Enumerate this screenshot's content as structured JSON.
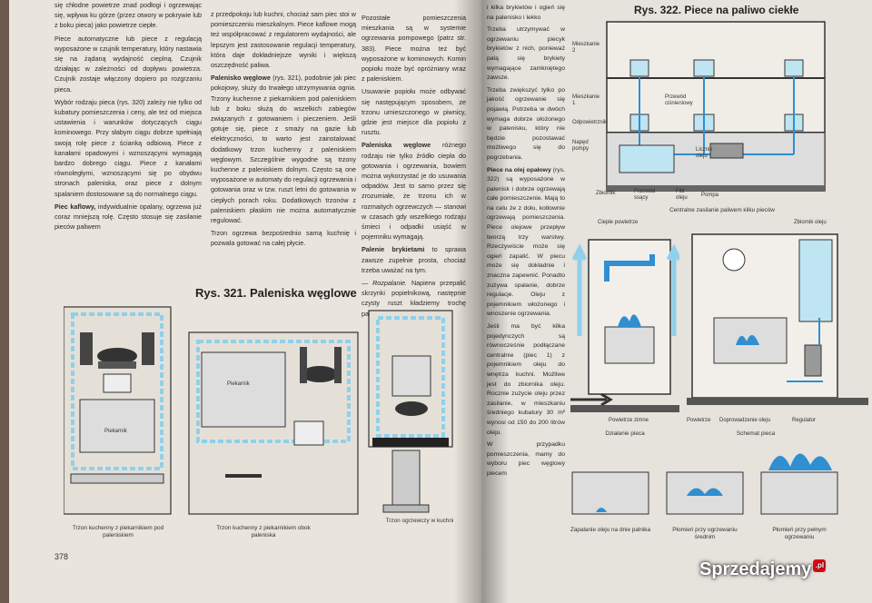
{
  "left_page": {
    "page_number": "378",
    "column1": [
      "się chłodne powietrze znad podłogi i ogrzewając się, wpływa ku górze (przez otwory w pokrywie lub z boku pieca) jako powietrze ciepłe.",
      "Piece automatyczne lub piece z regulacją wyposażone w czujnik temperatury, który nastawia się na żądaną wydajność cieplną. Czujnik działając w zależności od dopływu powietrza. Czujnik zostaje włączony dopiero po rozgrzaniu pieca.",
      "Wybór rodzaju pieca (rys. 320) zależy nie tylko od kubatury pomieszczenia i ceny, ale też od miejsca ustawienia i warunków dotyczących ciągu kominowego. Przy słabym ciągu dobrze spełniają swoją rolę piece z ścianką odbiową. Piece z kanałami opadowymi i wznoszącymi wymagają bardzo dobrego ciągu. Piece z kanałami równoległymi, wznoszącymi się po obydwu stronach paleniska, oraz piece z dolnym spalaniem dostosowane są do normalnego ciągu."
    ],
    "column1_bold": "Piec kaflowy,",
    "column1_end": "indywidualnie opalany, ogrzewa już coraz mniejszą rolę. Często stosuje się zasilanie pieców paliwem",
    "column2": [
      "z przedpokoju lub kuchni, chociaż sam piec stoi w pomieszczeniu mieszkalnym. Piece kaflowe mogą też współpracować z regulatorem wydajności, ale lepszym jest zastosowanie regulacji temperatury, która daje dokładniejsze wyniki i większą oszczędność paliwa."
    ],
    "column2_bold": "Palenisko węglowe",
    "column2_text": "(rys. 321), podobnie jak piec pokojowy, służy do trwałego utrzymywania ognia. Trzony kuchenne z piekarnikiem pod paleniskiem lub z boku służą do wszelkich zabiegów związanych z gotowaniem i pieczeniem. Jeśli gotuje się, piece z smaży na gazie lub elektryczności, to warto jest zainstalować dodatkowy trzon kuchenny z paleniskiem węglowym. Szczególnie wygodne są trzony kuchenne z paleniskiem dolnym. Często są one wyposażone w automaty do regulacji ogrzewania i gotowania oraz w tzw. ruszt letni do gotowania w ciepłych porach roku. Dodatkowych trzonów z paleniskiem płaskim nie można automatycznie regulować.",
    "column2_end": "Trzon ogrzewa bezpośrednio samą kuchnię i pozwala gotować na całej płycie.",
    "column3": [
      "Pozostałe pomieszczenia mieszkania są w systemie ogrzewania pompowego (patrz str. 383). Piece można też być wyposażone w kominowych. Komin popiołu może być opróżniany wraz z paleniskiem.",
      "Usuwanie popiołu może odbywać się następującym sposobem, ze trzonu umieszczonego w piwnicy, gdzie jest miejsce dla popiołu z rusztu."
    ],
    "column3_bold1": "Paleniska węglowe",
    "column3_text1": "różnego rodzaju nie tylko źródło ciepła do gotowania i ogrzewania, bowiem można wykorzystać je do usuwania odpadów. Jest to samo przez się zrozumiałe, że trzonu ich w rozmaitych ogrzewczych — stanowi w czasach gdy wszelkiego rodzaju śmieci i odpadki usiąść w pojemniku wymagają.",
    "column3_bold2": "Palenie brykietami",
    "column3_text2": "to sprawa zawsze zupełnie prosta, chociaż trzeba uważać na tym.",
    "column3_ital": "— Rozpalanie.",
    "column3_text3": "Napierw przepalić skrzynki popielnikową, następnie czysty ruszt kładziemy trochę papieru"
  },
  "fig321": {
    "title": "Rys. 321. Paleniska węglowe",
    "label_piekarnik": "Piekarnik",
    "caption_1": "Trzon kuchenny z piekarnikiem pod paleniskiem",
    "caption_2": "Trzon kuchenny z piekarnikiem obok paleniska",
    "caption_3": "Trzon ogrzewczy w kuchni"
  },
  "right_page": {
    "column_text": [
      "i kilka brykietów i ogień się na palenisko i lekko",
      "Trzeba utrzymywać w ogrzewaniu piecyk brykietów z nich, ponieważ palą się brykiety wymagające zamkniętego zawsze.",
      "Trzeba zwiększyć tylko po jakość ogrzewanie się pojawią. Potrzeba w dwóch wymaga dobrze ułożonego w palenisku, który nie będzie pozostawać możliwego się do pogrzebania."
    ],
    "column_bold": "Piece na olej opałowy",
    "column_text2": "(rys. 322) są wyposażone w palenisk i dobrze ogrzewają całe pomieszczenie. Mają to na celu że z dołu, kotłownie ogrzewają pomieszczenia. Piece olejowe przepływ tworzą trzy warstwy. Rzeczywiście może się ogień zapalić. W piecu może się dokładnie i znaczna zapewnić. Ponadto zużywa spalanie, dobrze regulacje. Oleju z pojemnikiem włożonego i wnoszenie ogrzewania.",
    "column_text3": "Jeśli ma być kilka pojedynczych są równocześnie podłączane centralnie (piec 1) z pojemnikiem oleju do wnętrza kuchni. Możliwe jest do zbiornika oleju. Rocznie zużycie oleju przez zasilanie, w mieszkaniu średniego kubatury 30 m² wynosi od 150 do 200 litrów oleju.",
    "column_text4": "W przypadku pomieszczenia, mamy do wyboru piec węglowy piecem"
  },
  "fig322": {
    "title": "Rys. 322. Piece na paliwo ciekłe",
    "labels": {
      "mieszkanie_1": "Mieszkanie 1",
      "mieszkanie_2": "Mieszkanie 2",
      "odpowietrznik": "Odpowietrznik",
      "naped_pompy": "Napęd pompy",
      "przewod_cisnieniowy": "Przewód ciśnieniowy",
      "licznik_oleju": "Licznik oleju",
      "zbiornik": "Zbiornik",
      "przewod_ssacy": "Przewód ssący",
      "filtr_oleju": "Filtr oleju",
      "pompa": "Pompa",
      "cieple_powietrze": "Ciepłe powietrze",
      "zbiornik_oleju": "Zbiornik oleju",
      "powietrze_zimne": "Powietrze zimne",
      "powietrze": "Powietrze",
      "doprowadzenie_oleju": "Doprowadzenie oleju",
      "regulator": "Regulator"
    },
    "caption_top": "Centralne zasilanie paliwem kilku pieców",
    "caption_mid_left": "Działanie pieca",
    "caption_mid_right": "Schemat pieca",
    "caption_b1": "Zapalanie oleju na dnie palnika",
    "caption_b2": "Płomień przy ogrzewaniu średnim",
    "caption_b3": "Płomień przy pełnym ogrzewaniu"
  },
  "watermark": "Sprzedajemy",
  "watermark_suffix": ".pl",
  "colors": {
    "paper_left": "#e9e4dc",
    "paper_right": "#e6e2dc",
    "accent_blue": "#8fd0ea",
    "flame_blue": "#2f8fd0",
    "coal": "#333333"
  }
}
